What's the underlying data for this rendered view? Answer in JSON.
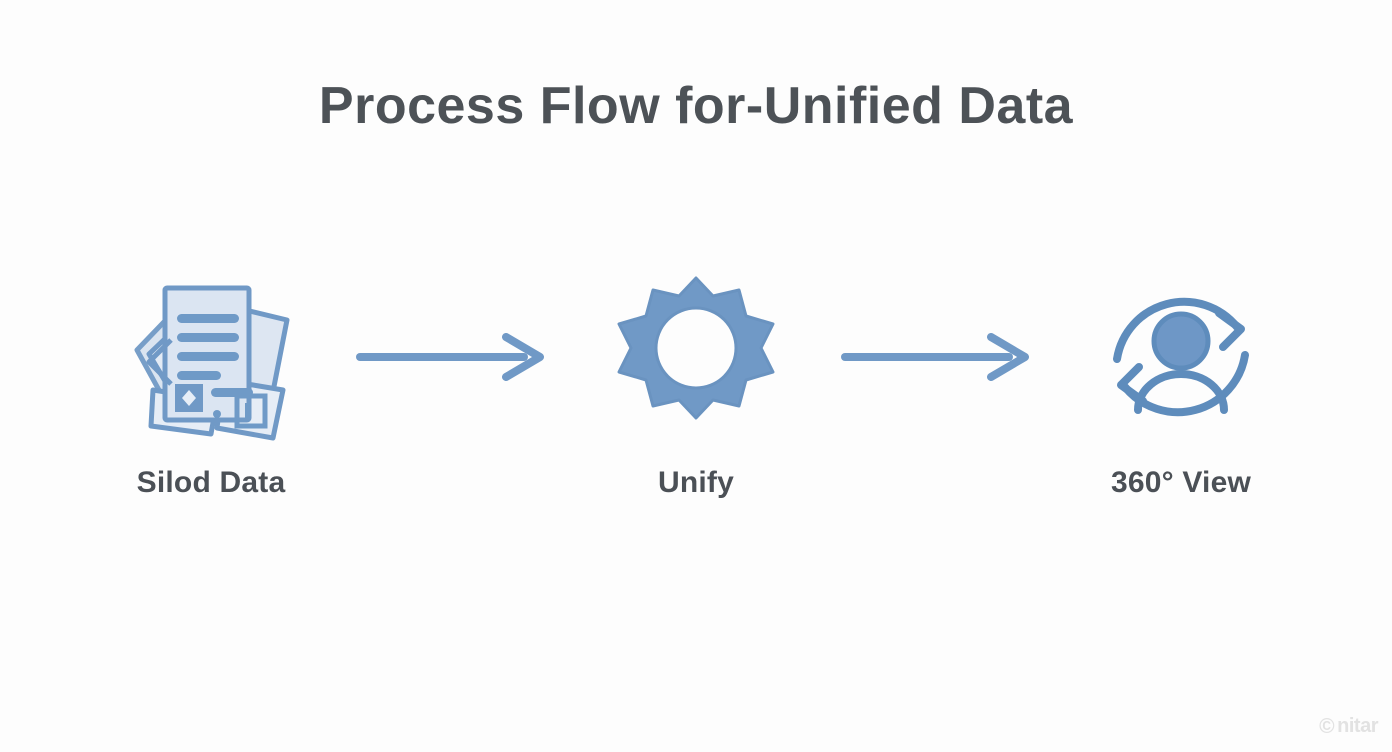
{
  "slide": {
    "title": "Process Flow for-Unified Data",
    "background_color": "#fdfdfd",
    "title_color": "#4d5257",
    "accent_color": "#7099c6",
    "label_color": "#4b5056"
  },
  "flow": {
    "steps": [
      {
        "id": "silod-data",
        "label": "Silod Data",
        "icon": "documents-stack-icon"
      },
      {
        "id": "unify",
        "label": "Unify",
        "icon": "gear-icon"
      },
      {
        "id": "360-view",
        "label": "360° View",
        "icon": "person-refresh-icon"
      }
    ],
    "connectors": [
      {
        "id": "arrow-1",
        "icon": "arrow-right-icon"
      },
      {
        "id": "arrow-2",
        "icon": "arrow-right-icon"
      }
    ]
  },
  "watermark": {
    "symbol": "©",
    "text": "nitar"
  }
}
